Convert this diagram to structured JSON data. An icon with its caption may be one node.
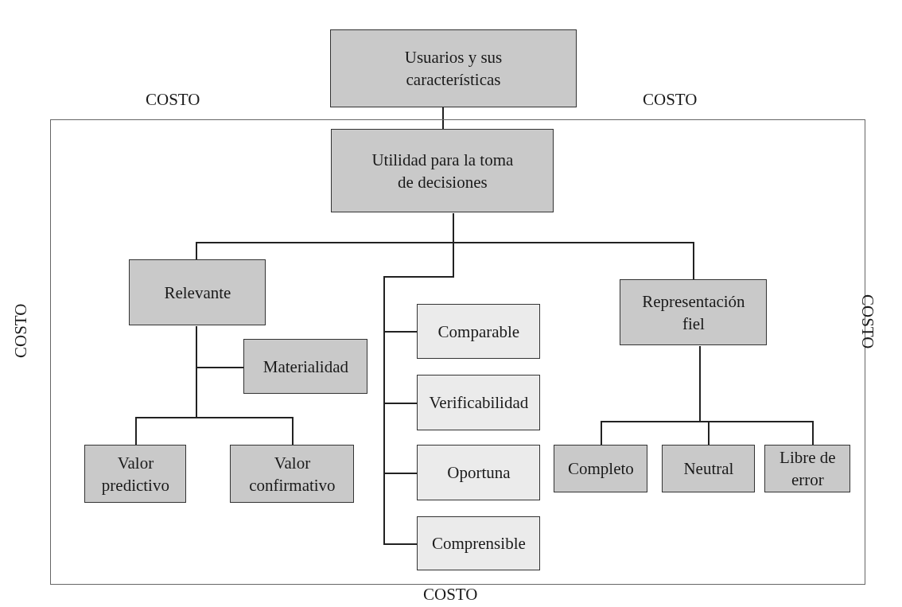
{
  "diagram": {
    "nodes": [
      {
        "text": [
          "Usuarios y sus características"
        ]
      },
      {
        "text": [],
        "shape": "box"
      },
      {
        "text": [
          "Utilidad para la toma de decisiones"
        ],
        "in": 1
      },
      {
        "text": [
          "Relevante"
        ],
        "in": 1
      },
      {
        "text": [
          "Materialidad"
        ],
        "in": 1
      },
      {
        "text": [
          "Valor predictivo"
        ],
        "in": 1
      },
      {
        "text": [
          "Valor confirmativo"
        ],
        "in": 1
      },
      {
        "text": [
          "Comparable"
        ],
        "in": 1
      },
      {
        "text": [
          "Verificabilidad"
        ],
        "in": 1
      },
      {
        "text": [
          "Oportuna"
        ],
        "in": 1
      },
      {
        "text": [
          "Comprensible"
        ],
        "in": 1
      },
      {
        "text": [
          "Representación fiel"
        ],
        "in": 1
      },
      {
        "text": [
          "Completo"
        ],
        "in": 1
      },
      {
        "text": [
          "Neutral"
        ],
        "in": 1
      },
      {
        "text": [
          "Libre de error"
        ],
        "in": 1
      }
    ],
    "edges": [
      {
        "from": 0,
        "to": 2,
        "arrow": "none"
      },
      {
        "from": 2,
        "to": 3,
        "arrow": "none"
      },
      {
        "from": 2,
        "to": 7,
        "arrow": "none"
      },
      {
        "from": 2,
        "to": 8,
        "arrow": "none"
      },
      {
        "from": 2,
        "to": 9,
        "arrow": "none"
      },
      {
        "from": 2,
        "to": 10,
        "arrow": "none"
      },
      {
        "from": 2,
        "to": 11,
        "arrow": "none"
      },
      {
        "from": 3,
        "to": 4,
        "arrow": "none"
      },
      {
        "from": 3,
        "to": 5,
        "arrow": "none"
      },
      {
        "from": 3,
        "to": 6,
        "arrow": "none"
      },
      {
        "from": 11,
        "to": 12,
        "arrow": "none"
      },
      {
        "from": 11,
        "to": 13,
        "arrow": "none"
      },
      {
        "from": 11,
        "to": 14,
        "arrow": "none"
      }
    ],
    "labels": [
      "COSTO",
      "COSTO",
      "COSTO",
      "COSTO",
      "COSTO"
    ]
  }
}
